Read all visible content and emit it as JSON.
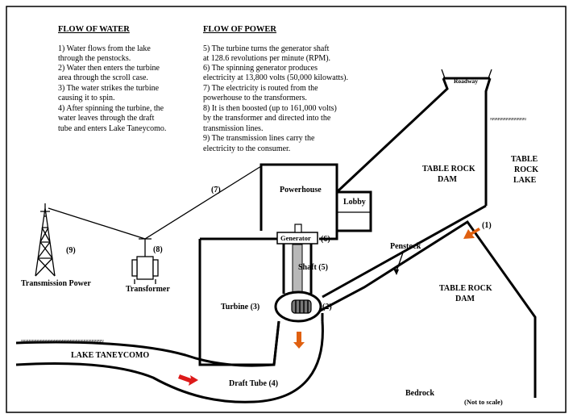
{
  "water": {
    "heading": "FLOW OF WATER",
    "lines": [
      "1)  Water flows from the lake",
      "through the penstocks.",
      "2)  Water then enters the turbine",
      "area through the scroll case.",
      "3)  The water strikes the turbine",
      "causing it to spin.",
      "4)  After spinning the turbine, the",
      "water leaves through the draft",
      "tube and enters Lake Taneycomo."
    ]
  },
  "power": {
    "heading": "FLOW OF POWER",
    "lines": [
      "5)  The turbine turns the generator shaft",
      "at 128.6 revolutions per minute (RPM).",
      "6)  The spinning generator produces",
      "electricity at 13,800 volts (50,000 kilowatts).",
      "7)  The electricity is routed from the",
      "powerhouse to the transformers.",
      "8)  It is then boosted (up to 161,000 volts)",
      "by the transformer and directed into the",
      "transmission lines.",
      "9)  The transmission lines carry the",
      "electricity to the consumer."
    ]
  },
  "labels": {
    "roadway": "Roadway",
    "dam_upper": [
      "TABLE ROCK",
      "DAM"
    ],
    "lake_right": [
      "TABLE",
      "ROCK",
      "LAKE"
    ],
    "dam_lower": [
      "TABLE ROCK",
      "DAM"
    ],
    "powerhouse": "Powerhouse",
    "lobby": "Lobby",
    "generator": "Generator",
    "gen_num": "(6)",
    "shaft": "Shaft  (5)",
    "penstock": "Penstock",
    "turbine": "Turbine (3)",
    "scroll_num": "(2)",
    "lake_num": "(1)",
    "line_num": "(7)",
    "transformer_num": "(8)",
    "tower_num": "(9)",
    "transmission_power": "Transmission Power",
    "transformer": "Transformer",
    "lake_taneycomo": "LAKE TANEYCOMO",
    "draft_tube": "Draft Tube (4)",
    "bedrock": "Bedrock",
    "not_to_scale": "(Not to scale)"
  },
  "colors": {
    "arrow": "#e06010",
    "arrow_red": "#dd1a1a",
    "shaft_fill": "#b8b8b8",
    "turbine_fill": "#777777"
  }
}
